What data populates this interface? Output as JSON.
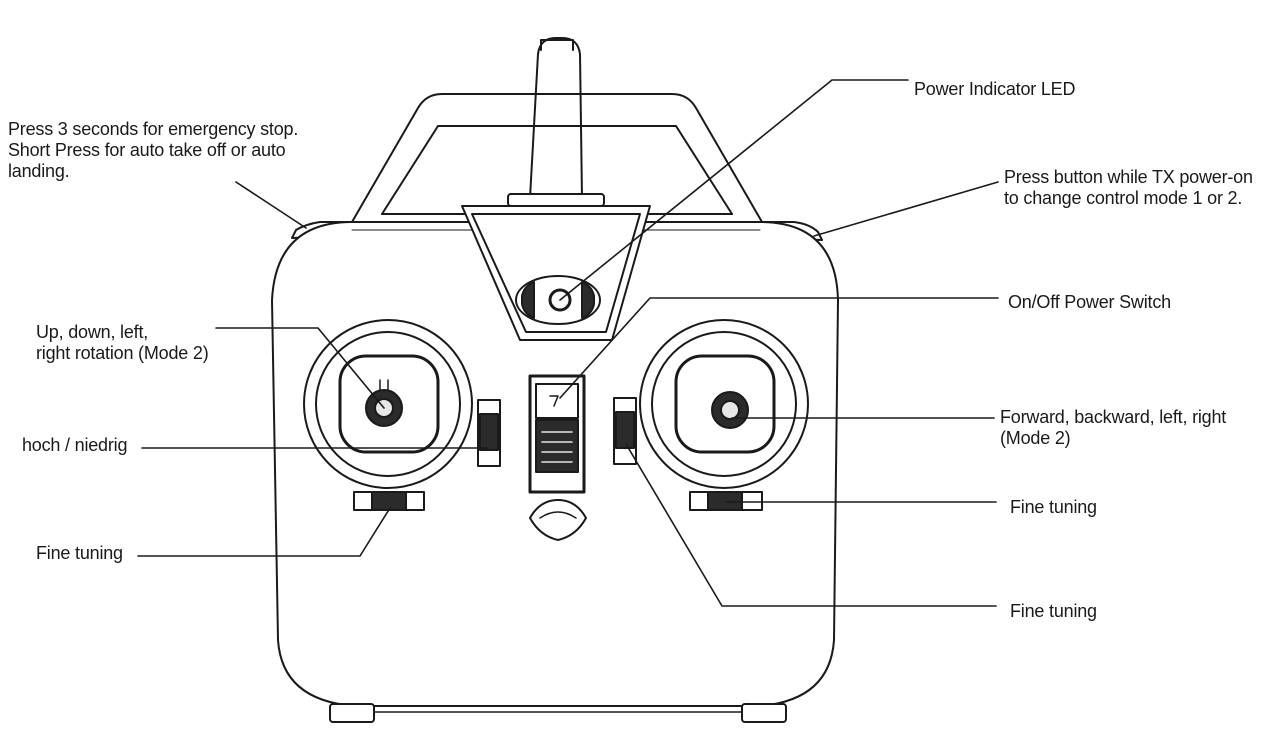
{
  "colors": {
    "ink": "#1a1a1a",
    "body_fill": "#ffffff",
    "dark_part": "#2b2b2b",
    "light_part": "#e6e6e6"
  },
  "labels": {
    "emergency": {
      "lines": [
        "Press 3 seconds for emergency stop.",
        "Short Press for auto take off or auto",
        "landing."
      ]
    },
    "power_led": {
      "lines": [
        "Power Indicator LED"
      ]
    },
    "mode_button": {
      "lines": [
        "Press button while TX power-on",
        "to change control mode 1 or 2."
      ]
    },
    "power_switch": {
      "lines": [
        "On/Off Power Switch"
      ]
    },
    "left_stick": {
      "lines": [
        "Up, down, left,",
        "right rotation (Mode 2)"
      ]
    },
    "right_stick": {
      "lines": [
        "Forward, backward, left, right",
        "(Mode 2)"
      ]
    },
    "throttle_trim": {
      "lines": [
        "hoch / niedrig"
      ]
    },
    "fine_left": {
      "lines": [
        "Fine tuning"
      ]
    },
    "fine_right_top": {
      "lines": [
        "Fine tuning"
      ]
    },
    "fine_right_bottom": {
      "lines": [
        "Fine tuning"
      ]
    }
  }
}
